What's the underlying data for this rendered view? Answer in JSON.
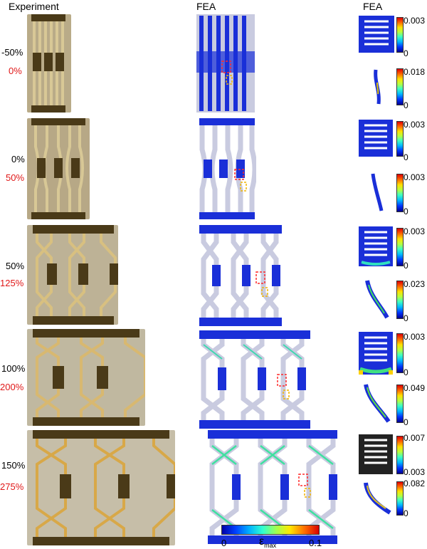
{
  "headers": {
    "experiment": "Experiment",
    "fea": "FEA",
    "fea_zoom": "FEA"
  },
  "rows": [
    {
      "strain_black": "-50%",
      "strain_red": "0%",
      "zoom_top": {
        "max": "0.003",
        "min": "0"
      },
      "zoom_bottom": {
        "max": "0.018",
        "min": "0"
      }
    },
    {
      "strain_black": "0%",
      "strain_red": "50%",
      "zoom_top": {
        "max": "0.003",
        "min": "0"
      },
      "zoom_bottom": {
        "max": "0.003",
        "min": "0"
      }
    },
    {
      "strain_black": "50%",
      "strain_red": "125%",
      "zoom_top": {
        "max": "0.003",
        "min": "0"
      },
      "zoom_bottom": {
        "max": "0.023",
        "min": "0"
      }
    },
    {
      "strain_black": "100%",
      "strain_red": "200%",
      "zoom_top": {
        "max": "0.003",
        "min": "0"
      },
      "zoom_bottom": {
        "max": "0.049",
        "min": "0"
      }
    },
    {
      "strain_black": "150%",
      "strain_red": "275%",
      "zoom_top": {
        "max": "0.007",
        "min": "0.003"
      },
      "zoom_bottom": {
        "max": "0.082",
        "min": "0"
      }
    }
  ],
  "colorbar": {
    "min": "0",
    "label": "ε",
    "label_sub": "max",
    "max": "0.1"
  },
  "colors": {
    "highlight_red": "#e01818",
    "box_red": "#ff2a2a",
    "box_yellow": "#f0b400",
    "mesh_blue": "#1a2fd8",
    "photo_bg": "#b7a886"
  }
}
